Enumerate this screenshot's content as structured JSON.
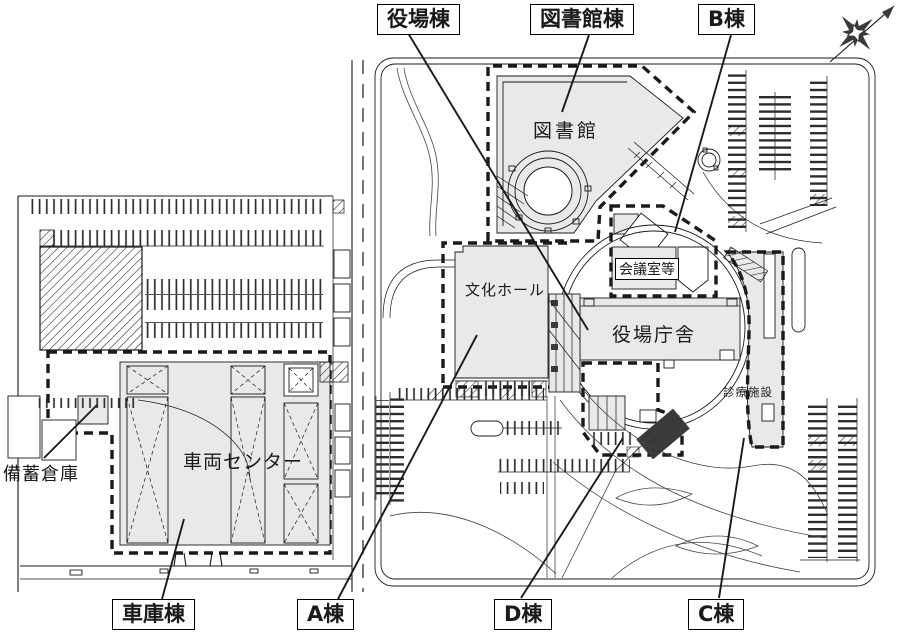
{
  "page": {
    "type": "architectural-site-plan"
  },
  "callouts": {
    "yakubato": "役場棟",
    "toshokanto": "図書館棟",
    "b": "B棟",
    "shako": "車庫棟",
    "a": "A棟",
    "d": "D棟",
    "c": "C棟"
  },
  "plan_labels": {
    "library": "図書館",
    "culture_hall": "文化ホール",
    "meeting_rooms": "会議室等",
    "government_office": "役場庁舎",
    "clinic": "診療施設",
    "vehicle_center": "車両センター",
    "stock_warehouse": "備蓄倉庫"
  },
  "colors": {
    "line": "#1a1a1a",
    "building_fill": "#e9e9e9",
    "dark_fill": "#3a3a3a",
    "tick": "#2e2e2e",
    "bg": "#ffffff"
  }
}
